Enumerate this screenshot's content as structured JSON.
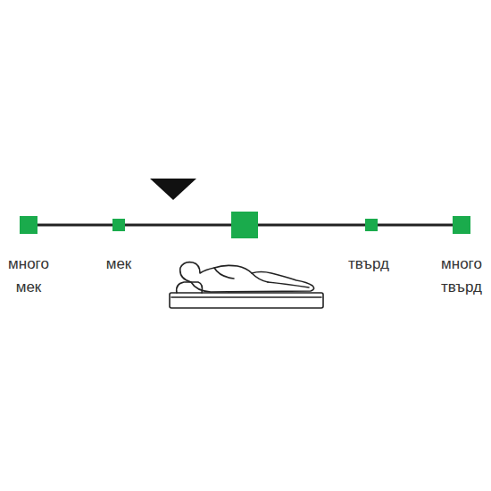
{
  "diagram": {
    "labels": [
      "много мек",
      "мек",
      "твърд",
      "много твърд"
    ]
  }
}
